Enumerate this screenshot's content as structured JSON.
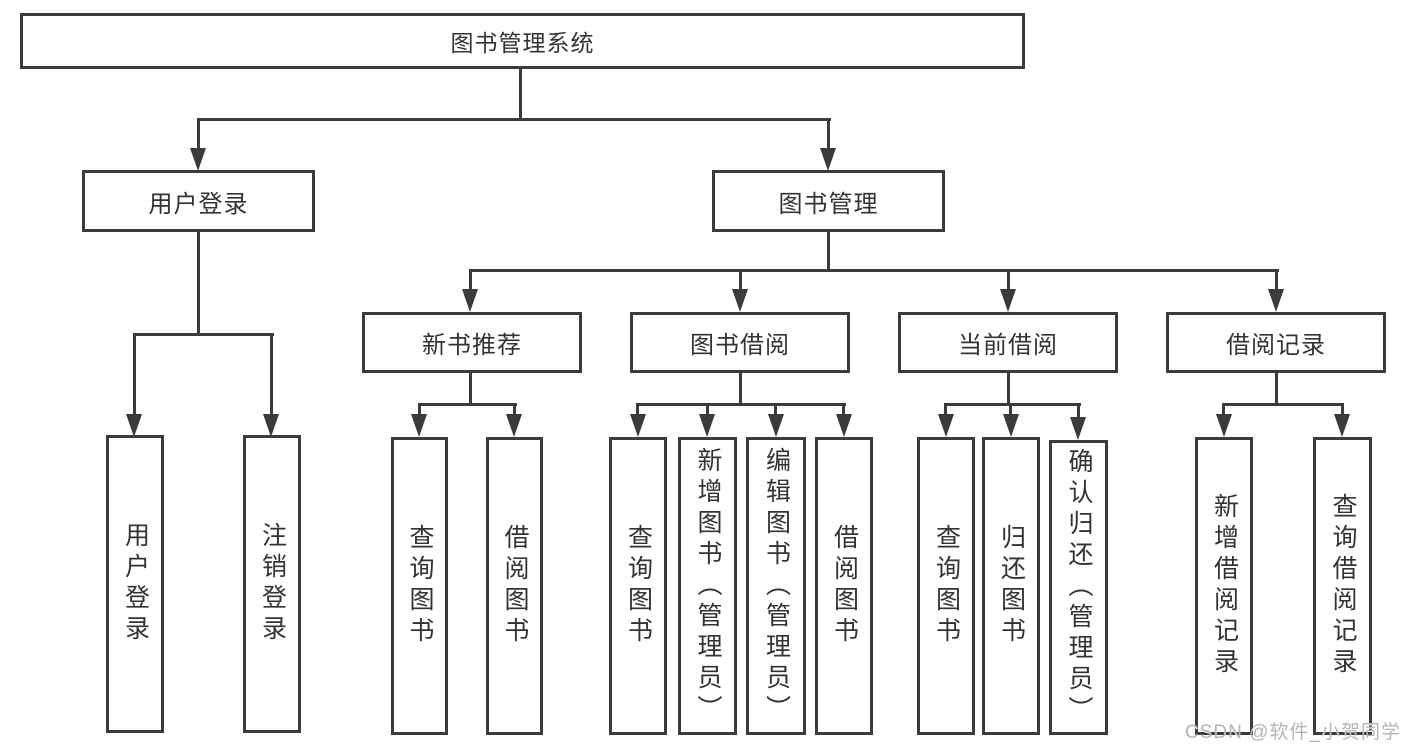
{
  "watermark": {
    "text": "CSDN @软件_小贺同学"
  },
  "colors": {
    "line": "#3b3b3b",
    "text": "#333333",
    "background": "#ffffff",
    "watermark": "#b5b5b5"
  },
  "tree": {
    "root": {
      "label": "图书管理系统",
      "children": [
        {
          "label": "用户登录",
          "children": [
            {
              "label": "用户登录"
            },
            {
              "label": "注销登录"
            }
          ]
        },
        {
          "label": "图书管理",
          "children": [
            {
              "label": "新书推荐",
              "children": [
                {
                  "label": "查询图书"
                },
                {
                  "label": "借阅图书"
                }
              ]
            },
            {
              "label": "图书借阅",
              "children": [
                {
                  "label": "查询图书"
                },
                {
                  "label": "新增图书（管理员）"
                },
                {
                  "label": "编辑图书（管理员）"
                },
                {
                  "label": "借阅图书"
                }
              ]
            },
            {
              "label": "当前借阅",
              "children": [
                {
                  "label": "查询图书"
                },
                {
                  "label": "归还图书"
                },
                {
                  "label": "确认归还（管理员）"
                }
              ]
            },
            {
              "label": "借阅记录",
              "children": [
                {
                  "label": "新增借阅记录"
                },
                {
                  "label": "查询借阅记录"
                }
              ]
            }
          ]
        }
      ]
    }
  }
}
